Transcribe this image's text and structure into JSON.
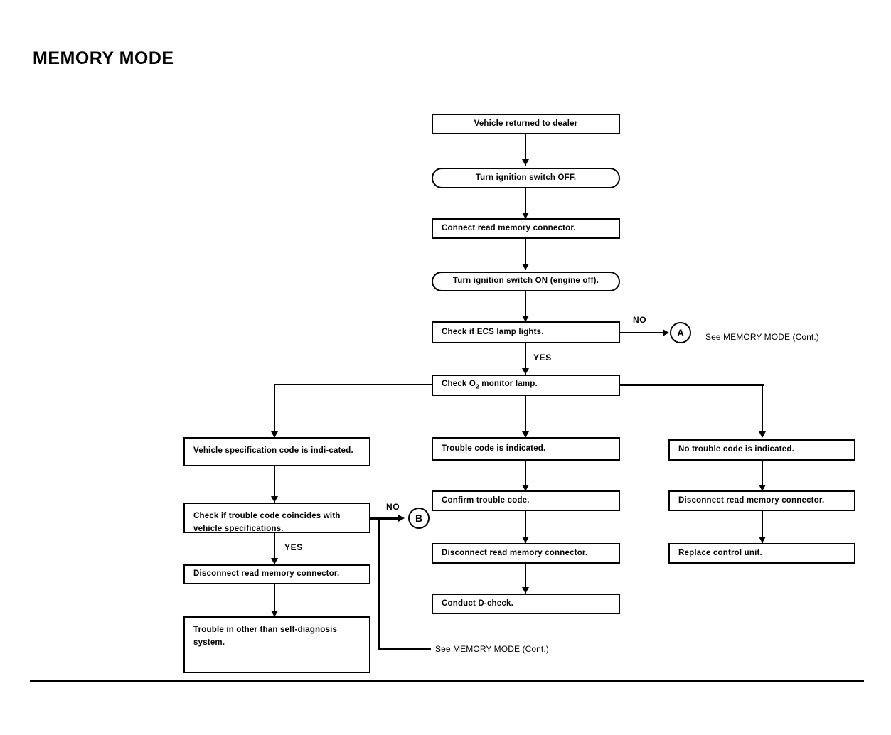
{
  "page": {
    "title": "MEMORY MODE"
  },
  "flow": {
    "nodes": {
      "start": "Vehicle returned to dealer",
      "ignition_off": "Turn ignition switch OFF.",
      "connect_connector": "Connect read memory connector.",
      "ignition_on": "Turn ignition switch ON (engine off).",
      "check_ecs_lamp": "Check if ECS lamp lights.",
      "check_o2_lamp_pre": "Check O",
      "check_o2_lamp_sub": "2",
      "check_o2_lamp_post": " monitor lamp.",
      "check_o2_lamp_full": "Check O2 monitor lamp.",
      "vehicle_spec_code": "Vehicle specification code is indi-cated.",
      "check_trouble_coincides": "Check if trouble code coincides with vehicle specifications.",
      "left_disconnect": "Disconnect read memory connector.",
      "trouble_other_system": "Trouble in other than self-diagnosis system.",
      "trouble_code_indicated": "Trouble code is indicated.",
      "confirm_trouble_code": "Confirm trouble code.",
      "mid_disconnect": "Disconnect read memory connector.",
      "conduct_dcheck": "Conduct D-check.",
      "no_trouble_code": "No trouble code is indicated.",
      "right_disconnect": "Disconnect read memory connector.",
      "replace_control_unit": "Replace control unit."
    },
    "branch_labels": {
      "ecs_no": "NO",
      "ecs_yes": "YES",
      "spec_no": "NO",
      "spec_yes": "YES"
    },
    "connectors": {
      "a": "A",
      "b": "B"
    },
    "references": {
      "see_cont_a": "See MEMORY MODE (Cont.)",
      "see_cont_b": "See MEMORY MODE (Cont.)"
    }
  }
}
